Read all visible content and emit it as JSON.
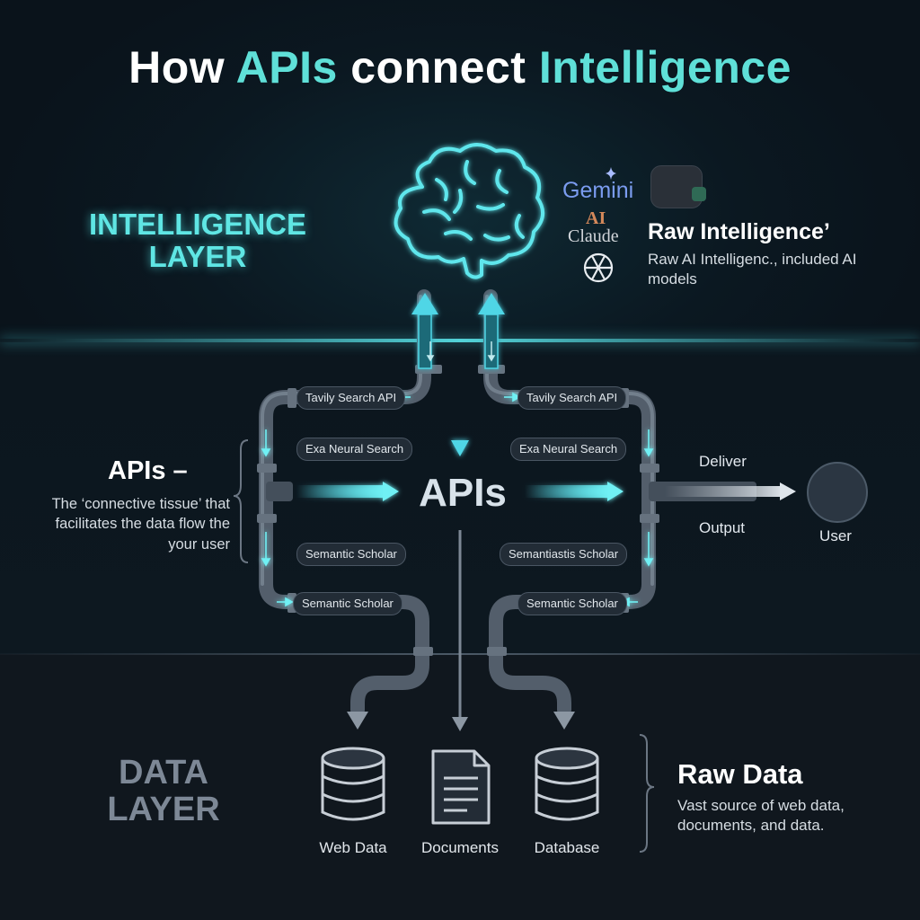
{
  "title": {
    "part1": "How ",
    "highlight1": "APIs",
    "part2": " connect ",
    "highlight2": "Intelligence"
  },
  "intelligence_layer": {
    "label_line1": "INTELLIGENCE",
    "label_line2": "LAYER",
    "models": {
      "gemini": "Gemini",
      "ai_mark": "AI",
      "claude": "Claude"
    },
    "heading": "Raw Intelligence’",
    "description": "Raw AI Intelligenc., included AI models"
  },
  "apis_layer": {
    "heading": "APIs –",
    "description": "The ‘connective tissue’ that facilitates the data flow the your user",
    "center_label": "APIs",
    "left_pills": [
      "Tavily Search API",
      "Exa Neural Search",
      "Semantic Scholar",
      "Semantic Scholar"
    ],
    "right_pills": [
      "Tavily Search API",
      "Exa Neural Search",
      "Semantiastis Scholar",
      "Semantic Scholar"
    ],
    "deliver_label": "Deliver",
    "output_label": "Output",
    "user_label": "User"
  },
  "data_layer": {
    "label_line1": "DATA",
    "label_line2": "LAYER",
    "sources": [
      "Web Data",
      "Documents",
      "Database"
    ],
    "heading": "Raw Data",
    "description": "Vast source of web data, documents, and data."
  },
  "colors": {
    "accent_cyan": "#5fe0d8",
    "glow_cyan": "#4fd6e6",
    "pipe_gray": "#4c5764",
    "background": "#0b1219",
    "gemini_blue": "#7b9cf0",
    "claude_orange": "#d4885a"
  },
  "icons": [
    "brain-icon",
    "openai-icon",
    "gemini-sparkle-icon",
    "user-icon",
    "database-icon",
    "document-icon"
  ]
}
